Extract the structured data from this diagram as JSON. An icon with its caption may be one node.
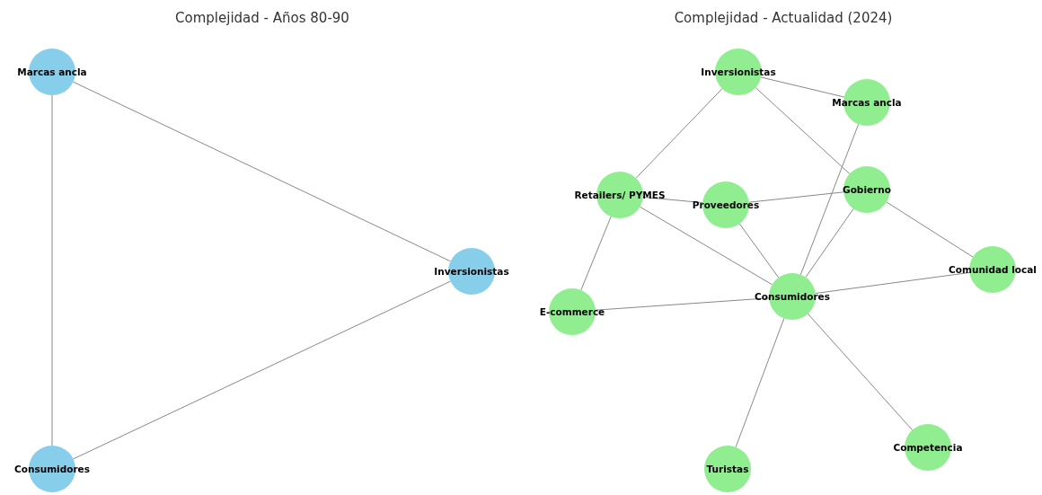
{
  "diagram": {
    "nodes": [
      {
        "text": [
          "Marcas ancla"
        ]
      },
      {
        "text": [
          "Inversionistas"
        ]
      },
      {
        "text": [
          "Consumidores"
        ]
      },
      {
        "text": [
          "Inversionistas"
        ]
      },
      {
        "text": [
          "Marcas ancla"
        ]
      },
      {
        "text": [
          "Retailers/ PYMES"
        ]
      },
      {
        "text": [
          "Proveedores"
        ]
      },
      {
        "text": [
          "Gobierno"
        ]
      },
      {
        "text": [
          "Comunidad local"
        ]
      },
      {
        "text": [
          "Consumidores"
        ]
      },
      {
        "text": [
          "E-commerce"
        ]
      },
      {
        "text": [
          "Competencia"
        ]
      },
      {
        "text": [
          "Turistas"
        ]
      }
    ],
    "edges": [
      {
        "from": 0,
        "to": 1,
        "arrow": "none"
      },
      {
        "from": 0,
        "to": 2,
        "arrow": "none"
      },
      {
        "from": 2,
        "to": 1,
        "arrow": "none"
      },
      {
        "from": 3,
        "to": 4,
        "arrow": "none"
      },
      {
        "from": 3,
        "to": 5,
        "arrow": "none"
      },
      {
        "from": 3,
        "to": 7,
        "arrow": "none"
      },
      {
        "from": 4,
        "to": 9,
        "arrow": "none"
      },
      {
        "from": 5,
        "to": 6,
        "arrow": "none"
      },
      {
        "from": 6,
        "to": 7,
        "arrow": "none"
      },
      {
        "from": 5,
        "to": 10,
        "arrow": "none"
      },
      {
        "from": 5,
        "to": 9,
        "arrow": "none"
      },
      {
        "from": 6,
        "to": 9,
        "arrow": "none"
      },
      {
        "from": 7,
        "to": 9,
        "arrow": "none"
      },
      {
        "from": 7,
        "to": 8,
        "arrow": "none"
      },
      {
        "from": 9,
        "to": 8,
        "arrow": "none"
      },
      {
        "from": 10,
        "to": 9,
        "arrow": "none"
      },
      {
        "from": 9,
        "to": 12,
        "arrow": "none"
      },
      {
        "from": 9,
        "to": 11,
        "arrow": "none"
      }
    ],
    "labels": [
      "Complejidad - Años 80-90",
      "Complejidad - Actualidad (2024)"
    ]
  }
}
